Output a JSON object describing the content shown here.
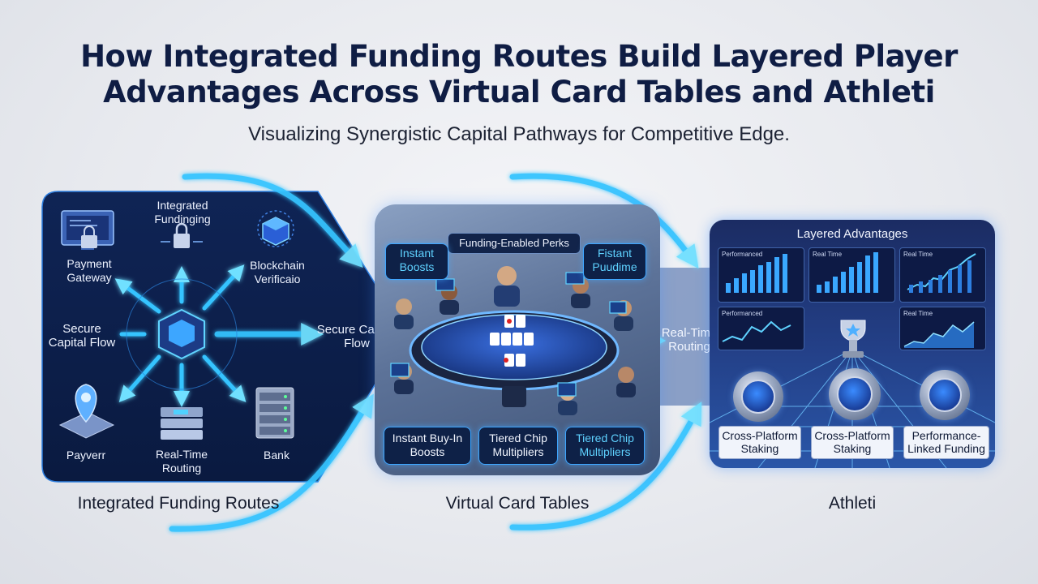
{
  "title_line1": "How Integrated Funding Routes Build Layered Player",
  "title_line2": "Advantages Across Virtual Card Tables and Athleti",
  "subtitle": "Visualizing Synergistic Capital Pathways for Competitive Edge.",
  "funding": {
    "section_label": "Integrated Funding Routes",
    "nodes": {
      "payment_gateway": "Payment Gateway",
      "integrated_funding": "Integrated Fundinging",
      "blockchain": "Blockchain Verificaio",
      "secure_flow_left": "Secure Capital Flow",
      "payverr": "Payverr",
      "real_time_routing": "Real-Time Routing",
      "bank": "Bank"
    },
    "connector_label": "Secure Capital Flow"
  },
  "tables": {
    "section_label": "Virtual Card Tables",
    "perks_header": "Funding-Enabled Perks",
    "boxes": {
      "instant_boosts": "Instant Boosts",
      "fistant_puudime": "Fistant Puudime",
      "instant_buyin": "Instant Buy-In Boosts",
      "tiered_chip_1": "Tiered Chip Multipliers",
      "tiered_chip_2": "Tiered Chip Multipliers"
    },
    "connector_label": "Real-Time Routing"
  },
  "athleti": {
    "section_label": "Athleti",
    "header": "Layered Advantages",
    "chart_labels": [
      "Performanced",
      "Real Time",
      "Real Time",
      "Performanced",
      "Real Time"
    ],
    "labels": {
      "staking_1": "Cross-Platform Staking",
      "staking_2": "Cross-Platform Staking",
      "performance": "Performance-Linked Funding"
    }
  },
  "colors": {
    "title": "#0f1d44",
    "flow_arrow": "#34c4ff",
    "panel_dark": "#0d1d4a",
    "chip_text": "#5fd2ff"
  }
}
